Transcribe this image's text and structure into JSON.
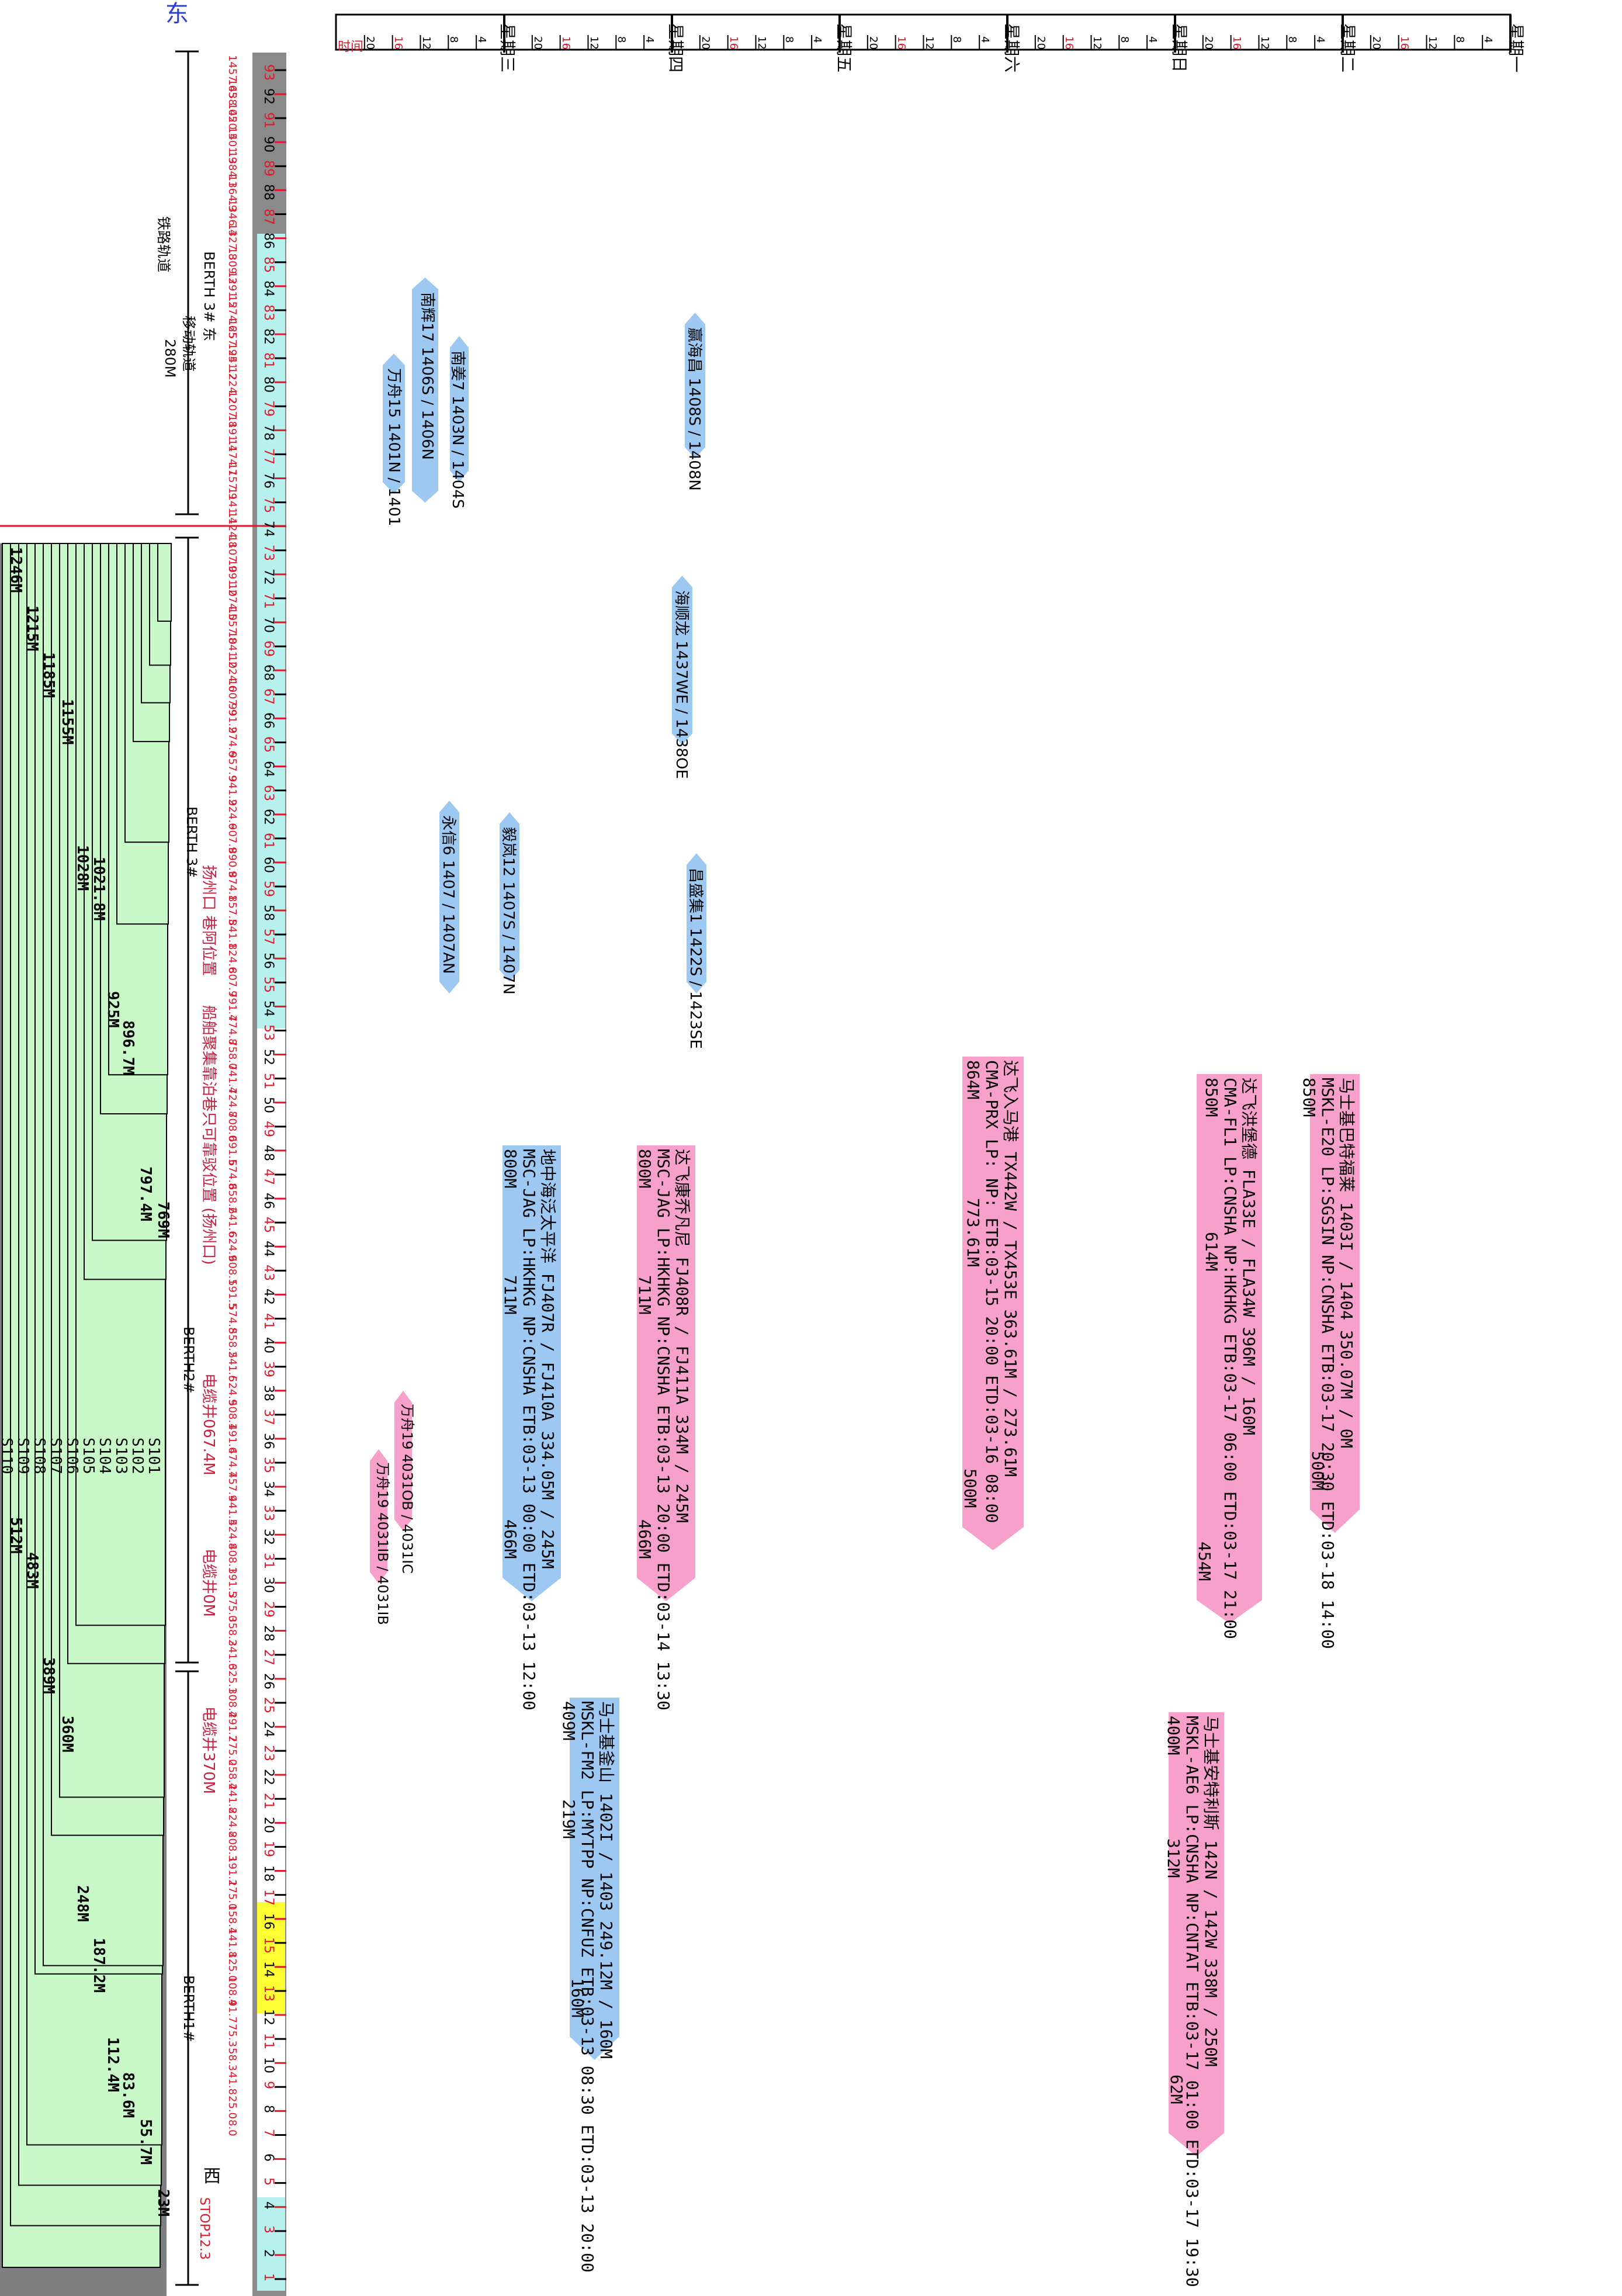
{
  "header": {
    "title_fragment": "东",
    "west_label": "西",
    "time_label": "时间",
    "stop_label": "STOP12.3"
  },
  "days": [
    {
      "label": "星期一",
      "hours": [
        "4",
        "8",
        "12",
        "16",
        "20"
      ]
    },
    {
      "label": "星期二",
      "hours": [
        "4",
        "8",
        "12",
        "16",
        "20"
      ]
    },
    {
      "label": "星期日",
      "hours": [
        "4",
        "8",
        "12",
        "16",
        "20"
      ]
    },
    {
      "label": "星期六",
      "hours": [
        "4",
        "8",
        "12",
        "16",
        "20"
      ]
    },
    {
      "label": "星期五",
      "hours": [
        "4",
        "8",
        "12",
        "16",
        "20"
      ]
    },
    {
      "label": "星期四",
      "hours": [
        "4",
        "8",
        "12",
        "16",
        "20"
      ]
    },
    {
      "label": "星期三",
      "hours": [
        "4",
        "8",
        "12",
        "16",
        "20"
      ]
    }
  ],
  "berths": {
    "b3_east": "BERTH 3# 东",
    "b3": "BERTH 3#",
    "b2": "BERTH2#",
    "b1": "BERTH1#",
    "rail": "铁路轨道",
    "rail_length": "280M",
    "track_label": "移动轨道",
    "bollard_marks": [
      "93",
      "92",
      "91",
      "90",
      "89",
      "88",
      "87",
      "86",
      "85",
      "84",
      "83",
      "82",
      "81",
      "80",
      "79",
      "78",
      "77",
      "76",
      "75",
      "74",
      "73",
      "72",
      "71",
      "70",
      "69",
      "68",
      "67",
      "66",
      "65",
      "64",
      "63",
      "62",
      "61",
      "60",
      "59",
      "58",
      "57",
      "56",
      "55",
      "54",
      "53",
      "52",
      "51",
      "50",
      "49",
      "48",
      "47",
      "46",
      "45",
      "44",
      "43",
      "42",
      "41",
      "40",
      "39",
      "38",
      "37",
      "36",
      "35",
      "34",
      "33",
      "32",
      "31",
      "30",
      "29",
      "28",
      "27",
      "26",
      "25",
      "24",
      "23",
      "22",
      "21",
      "20",
      "19",
      "18",
      "17",
      "16",
      "15",
      "14",
      "13",
      "12",
      "11",
      "10",
      "9",
      "8",
      "7",
      "6",
      "5",
      "4",
      "3",
      "2",
      "1"
    ],
    "distances": [
      "1457.65",
      "1438.05",
      "1420.5",
      "1401.9",
      "1384.1",
      "1364.9",
      "1346.4",
      "1327.8",
      "1309.3",
      "1291.5",
      "1274.65",
      "1257.95",
      "1241.2",
      "1224.2",
      "1207.8",
      "1191.4",
      "1174.7",
      "1157.9",
      "1141.4",
      "1124.8",
      "1107.9",
      "1091.2",
      "1074.5",
      "1057.8",
      "1041.2",
      "1024.6",
      "1007.9",
      "991.2",
      "974.6",
      "957.9",
      "941.2",
      "924.6",
      "907.9",
      "890.9",
      "874.1",
      "857.5",
      "841.1",
      "824.6",
      "807.9",
      "791.4",
      "774.8",
      "758.0",
      "741.4",
      "724.8",
      "708.0",
      "691.5",
      "674.8",
      "658.2",
      "641.6",
      "624.9",
      "608.1",
      "591.5",
      "574.8",
      "558.2",
      "541.6",
      "524.9",
      "508.1",
      "491.6",
      "474.7",
      "457.9",
      "441.5",
      "424.8",
      "408.1",
      "391.5",
      "375.0",
      "358.2",
      "341.6",
      "325.1",
      "308.4",
      "291.7",
      "275.0",
      "258.4",
      "241.8",
      "224.8",
      "208.3",
      "191.2",
      "175.0",
      "158.4",
      "141.8",
      "125.0",
      "108.4",
      "91.7",
      "75.3",
      "58.3",
      "41.8",
      "25.0",
      "8.0"
    ]
  },
  "wharf_notes": {
    "a": "扬州口 巷阿位置",
    "b": "船舶聚集靠泊巷只可靠驳位置 (扬州口)",
    "c": "电缆井067.4M",
    "d": "电缆井0M",
    "e": "电缆井370M"
  },
  "cranes": {
    "lengths": [
      "1246M",
      "1215M",
      "1185M",
      "1155M",
      "1028M",
      "1021.8M",
      "925M",
      "896.7M",
      "797.4M",
      "769M",
      "512M",
      "483M",
      "389M",
      "360M",
      "248M",
      "187.2M",
      "112.4M",
      "83.6M",
      "55.7M",
      "23M"
    ],
    "ids": [
      "S101",
      "S102",
      "S103",
      "S104",
      "S105",
      "S106",
      "S107",
      "S108",
      "S109",
      "S110"
    ]
  },
  "blue_tags": [
    {
      "line1": "南辉17 1406S / 1406N"
    },
    {
      "line1": "南姜7 1403N / 1404S"
    },
    {
      "line1": "万舟15 1401N / 1401"
    },
    {
      "line1": "赢海昌 1408S / 1408N"
    },
    {
      "line1": "海顺龙 1437WE / 1438OE"
    },
    {
      "line1": "永信6 1407 / 1407AN"
    },
    {
      "line1": "毅岚12 1407S / 1407N"
    },
    {
      "line1": "昌盛集1 1422S / 1423SE"
    }
  ],
  "pink_small": [
    {
      "line1": "万舟19 4031OB / 4031IC"
    },
    {
      "line1": "万舟19 4031IB / 4031IB"
    }
  ],
  "vessels": [
    {
      "name": "地中海泛太平洋 FJ407R / FJ410A 334.05M / 245M",
      "service": "MSC-JAG LP:HKHKG NP:CNSHA ETB:03-13 00:00 ETD:03-13 12:00",
      "length": "800M",
      "pos1": "711M",
      "pos2": "466M",
      "color": "#9cc8f2"
    },
    {
      "name": "达飞康乔凡尼 FJ408R / FJ411A 334M / 245M",
      "service": "MSC-JAG LP:HKHKG NP:CNSHA ETB:03-13 20:00 ETD:03-14 13:30",
      "length": "800M",
      "pos1": "711M",
      "pos2": "466M",
      "color": "#f7a0cc"
    },
    {
      "name": "达飞入马港 TX442W / TX453E 363.61M / 273.61M",
      "service": "CMA-PRX LP: NP: ETB:03-15 20:00 ETD:03-16 08:00",
      "length": "864M",
      "pos1": "773.61M",
      "pos2": "500M",
      "color": "#f7a0cc"
    },
    {
      "name": "达飞洪堡德 FLA33E / FLA34W 396M / 160M",
      "service": "CMA-FL1 LP:CNSHA NP:HKHKG ETB:03-17 06:00 ETD:03-17 21:00",
      "length": "850M",
      "pos1": "614M",
      "pos2": "454M",
      "color": "#f7a0cc"
    },
    {
      "name": "马士基巴特福莱 1403I / 1404 350.07M / 0M",
      "service": "MSKL-E20 LP:SGSIN NP:CNSHA ETB:03-17 20:30 ETD:03-18 14:00",
      "length": "850M",
      "pos1": "",
      "pos2": "500M",
      "color": "#f7a0cc"
    },
    {
      "name": "马士基安特利斯 142N / 142W 338M / 250M",
      "service": "MSKL-AE6 LP:CNSHA NP:CNTAT ETB:03-17 01:00 ETD:03-17 19:30",
      "length": "400M",
      "pos1": "312M",
      "pos2": "62M",
      "color": "#f7a0cc"
    },
    {
      "name": "马士基釜山 1402I / 1403 249.12M / 160M",
      "service": "MSKL-FM2 LP:MYTPP NP:CNFUZ ETB:03-13 08:30 ETD:03-13 20:00",
      "length": "409M",
      "pos1": "219M",
      "pos2": "160M",
      "color": "#9cc8f2"
    }
  ],
  "colors": {
    "crane_fill": "#c8f7c8",
    "gray_area": "#7f7f7f",
    "blue_vessel": "#9cc8f2",
    "pink_vessel": "#f7a0cc",
    "highlight": "#ffff33",
    "cyan_strip": "#b6f1ee",
    "red_accent": "#e0162b"
  }
}
